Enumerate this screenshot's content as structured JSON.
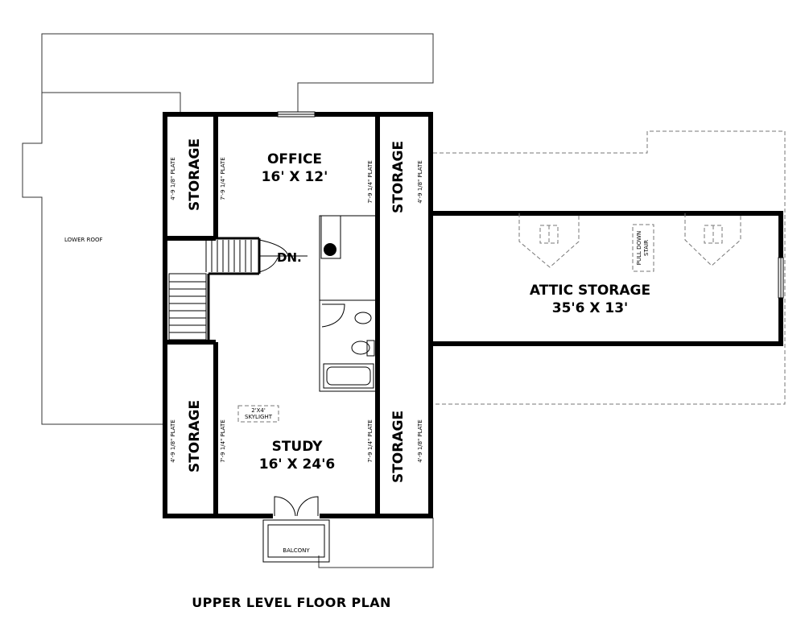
{
  "plan_title": "UPPER LEVEL FLOOR PLAN",
  "rooms": {
    "office": {
      "name": "OFFICE",
      "size": "16' X 12'"
    },
    "study": {
      "name": "STUDY",
      "size": "16' X 24'6"
    },
    "attic": {
      "name": "ATTIC STORAGE",
      "size": "35'6 X 13'"
    },
    "storage_label": "STORAGE"
  },
  "labels": {
    "stair_down": "DN.",
    "lower_roof": "LOWER ROOF",
    "balcony": "BALCONY",
    "skylight_line1": "2'X4'",
    "skylight_line2": "SKYLIGHT",
    "pull_down_line1": "PULL DOWN",
    "pull_down_line2": "STAIR",
    "plate_outer": "4'-9 1/8\" PLATE",
    "plate_inner": "7'-9 1/4\" PLATE"
  }
}
